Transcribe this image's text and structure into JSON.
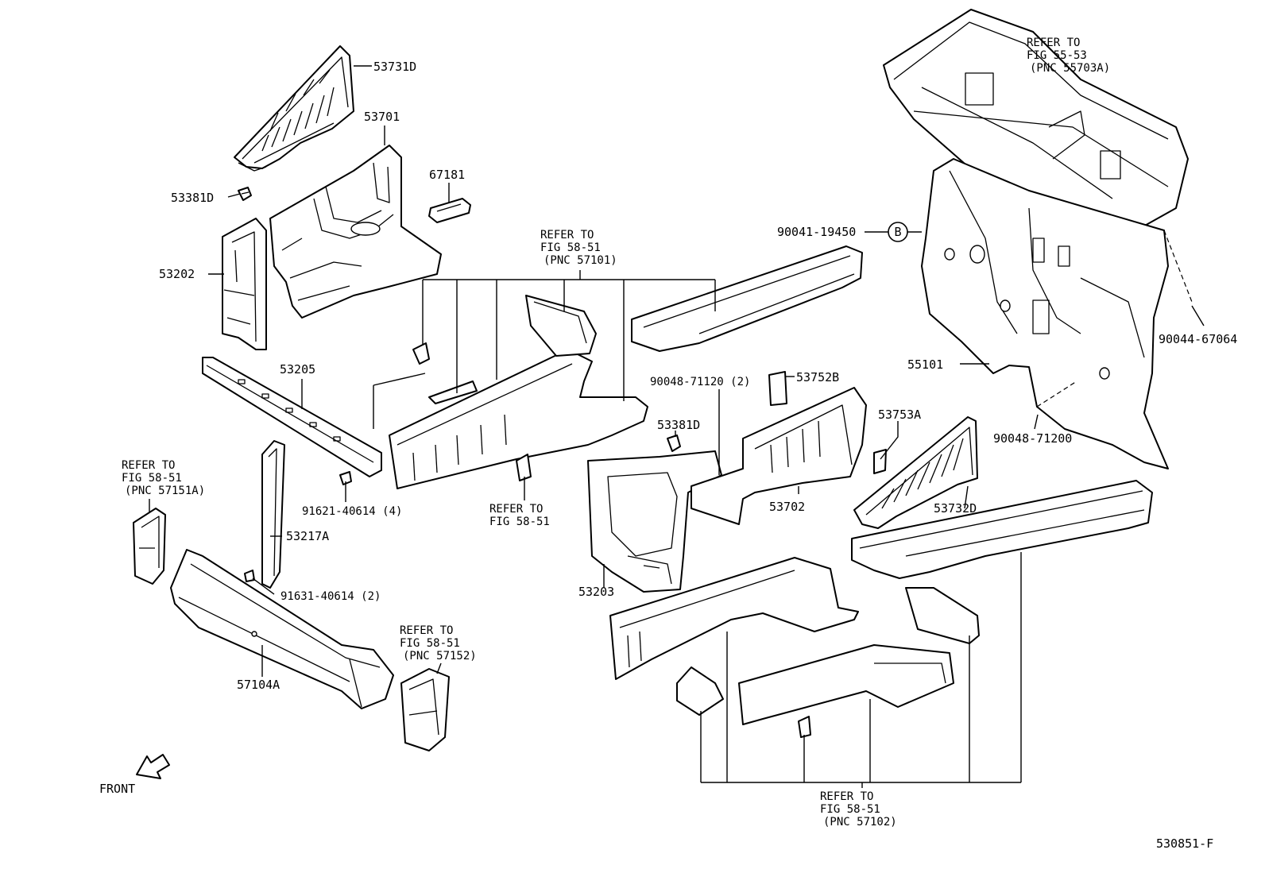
{
  "labels": {
    "p53731D": "53731D",
    "p53701": "53701",
    "p67181": "67181",
    "p53381D_a": "53381D",
    "p53202": "53202",
    "p53205": "53205",
    "p53217A": "53217A",
    "p57104A": "57104A",
    "p91621": "91621-40614 (4)",
    "p91631": "91631-40614 (2)",
    "p90041": "90041-19450",
    "p90048_71120": "90048-71120 (2)",
    "p53381D_b": "53381D",
    "p53752B": "53752B",
    "p53753A": "53753A",
    "p53702": "53702",
    "p53732D": "53732D",
    "p53203": "53203",
    "p55101": "55101",
    "p90044": "90044-67064",
    "p90048_71200": "90048-71200",
    "callout_b": "B",
    "front": "FRONT",
    "fig_code": "530851-F"
  },
  "refer_notes": {
    "r57101": [
      "REFER TO",
      "FIG 58-51",
      "(PNC 57101)"
    ],
    "r55703A": [
      "REFER TO",
      "FIG 55-53",
      "(PNC 55703A)"
    ],
    "r57151A": [
      "REFER TO",
      "FIG 58-51",
      "(PNC 57151A)"
    ],
    "r5851": [
      "REFER TO",
      "FIG 58-51"
    ],
    "r57152": [
      "REFER TO",
      "FIG 58-51",
      "(PNC 57152)"
    ],
    "r57102": [
      "REFER TO",
      "FIG 58-51",
      "(PNC 57102)"
    ]
  }
}
